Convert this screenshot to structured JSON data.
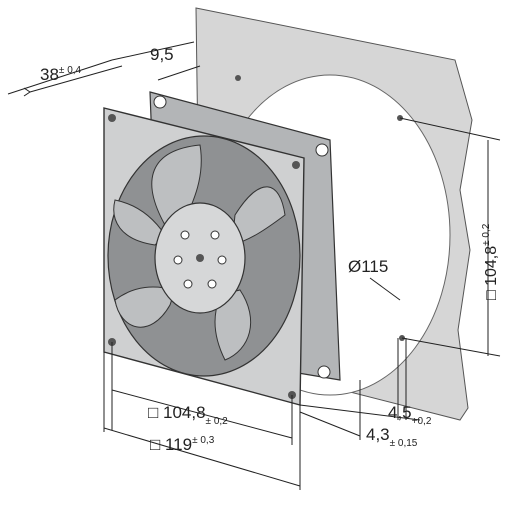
{
  "drawing": {
    "colors": {
      "panel": "#d4d4d4",
      "fan_frame": "#c9cacb",
      "fan_dark": "#8e9092",
      "blade": "#b9bbbd",
      "hub": "#d8d9da",
      "line": "#333333",
      "dim_line": "#222222"
    },
    "labels": {
      "depth": {
        "main": "38",
        "sup": "± 0,4"
      },
      "flange": {
        "main": "9,5"
      },
      "hole_diameter": {
        "main": "Ø115"
      },
      "hole_spacing_right": {
        "main": "□ 104,8",
        "sup": "± 0,2"
      },
      "hole_spacing_bottom": {
        "main": "□ 104,8",
        "sub": "± 0,2"
      },
      "outer_size": {
        "main": "□ 119",
        "sup": "± 0,3"
      },
      "screw_offset_a": {
        "main": "4,5",
        "sub": "+0,2"
      },
      "screw_offset_b": {
        "main": "4,3",
        "sub": "± 0,15"
      }
    }
  }
}
